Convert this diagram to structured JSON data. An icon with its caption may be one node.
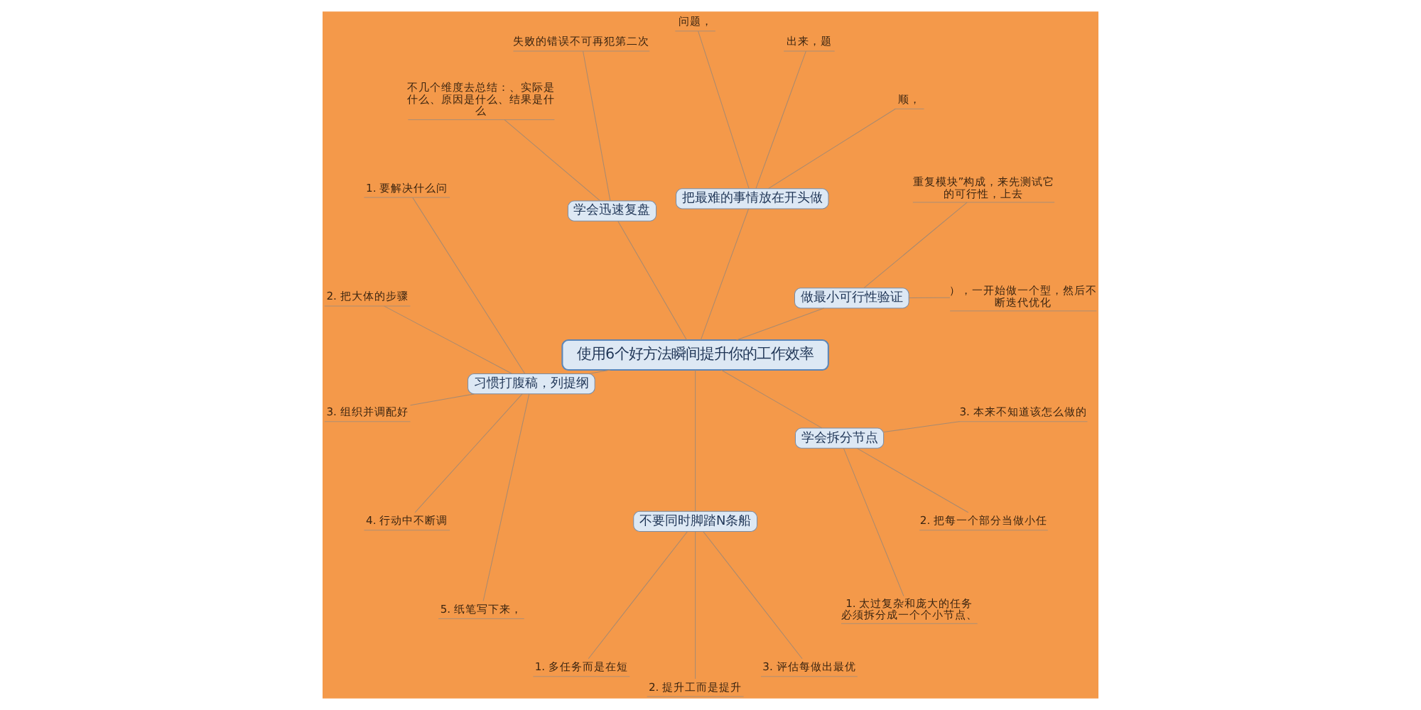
{
  "diagram": {
    "nodes": [
      {
        "text": [
          "使用6个好方法瞬间提升你的工作效率"
        ]
      },
      {
        "text": [
          "做最小可行性验证"
        ]
      },
      {
        "text": [
          "），一开始做一个型，然后不断迭代优化"
        ]
      },
      {
        "text": [
          "重复模块”构成，来先测试它的可行性，上去"
        ]
      },
      {
        "text": [
          "把最难的事情放在开头做"
        ]
      },
      {
        "text": [
          "顺，"
        ]
      },
      {
        "text": [
          "出来，题"
        ]
      },
      {
        "text": [
          "问题，"
        ]
      },
      {
        "text": [
          "学会迅速复盘"
        ]
      },
      {
        "text": [
          "失败的错误不可再犯第二次"
        ]
      },
      {
        "text": [
          "不几个维度去总结：、实际是什么、原因是什么、结果是什么"
        ]
      },
      {
        "text": [
          "习惯打腹稿，列提纲"
        ]
      },
      {
        "text": [
          "1. 要解决什么问"
        ]
      },
      {
        "text": [
          "2. 把大体的步骤"
        ]
      },
      {
        "text": [
          "3. 组织并调配好"
        ]
      },
      {
        "text": [
          "4. 行动中不断调"
        ]
      },
      {
        "text": [
          "5. 纸笔写下来，"
        ]
      },
      {
        "text": [
          "不要同时脚踏N条船"
        ]
      },
      {
        "text": [
          "1. 多任务而是在短"
        ]
      },
      {
        "text": [
          "2. 提升工而是提升"
        ]
      },
      {
        "text": [
          "3. 评估每做出最优"
        ]
      },
      {
        "text": [
          "学会拆分节点"
        ]
      },
      {
        "text": [
          "1. 太过复杂和庞大的任务必须拆分成一个个小节点、"
        ]
      },
      {
        "text": [
          "2. 把每一个部分当做小任"
        ]
      },
      {
        "text": [
          "3. 本来不知道该怎么做的"
        ]
      }
    ],
    "edges": [
      {
        "from": 0,
        "to": 1,
        "arrow": "none"
      },
      {
        "from": 1,
        "to": 2,
        "arrow": "none"
      },
      {
        "from": 1,
        "to": 3,
        "arrow": "none"
      },
      {
        "from": 0,
        "to": 4,
        "arrow": "none"
      },
      {
        "from": 4,
        "to": 5,
        "arrow": "none"
      },
      {
        "from": 4,
        "to": 6,
        "arrow": "none"
      },
      {
        "from": 4,
        "to": 7,
        "arrow": "none"
      },
      {
        "from": 0,
        "to": 8,
        "arrow": "none"
      },
      {
        "from": 8,
        "to": 9,
        "arrow": "none"
      },
      {
        "from": 8,
        "to": 10,
        "arrow": "none"
      },
      {
        "from": 0,
        "to": 11,
        "arrow": "none"
      },
      {
        "from": 11,
        "to": 12,
        "arrow": "none"
      },
      {
        "from": 11,
        "to": 13,
        "arrow": "none"
      },
      {
        "from": 11,
        "to": 14,
        "arrow": "none"
      },
      {
        "from": 11,
        "to": 15,
        "arrow": "none"
      },
      {
        "from": 11,
        "to": 16,
        "arrow": "none"
      },
      {
        "from": 0,
        "to": 17,
        "arrow": "none"
      },
      {
        "from": 17,
        "to": 18,
        "arrow": "none"
      },
      {
        "from": 17,
        "to": 19,
        "arrow": "none"
      },
      {
        "from": 17,
        "to": 20,
        "arrow": "none"
      },
      {
        "from": 0,
        "to": 21,
        "arrow": "none"
      },
      {
        "from": 21,
        "to": 22,
        "arrow": "none"
      },
      {
        "from": 21,
        "to": 23,
        "arrow": "none"
      },
      {
        "from": 21,
        "to": 24,
        "arrow": "none"
      }
    ]
  }
}
